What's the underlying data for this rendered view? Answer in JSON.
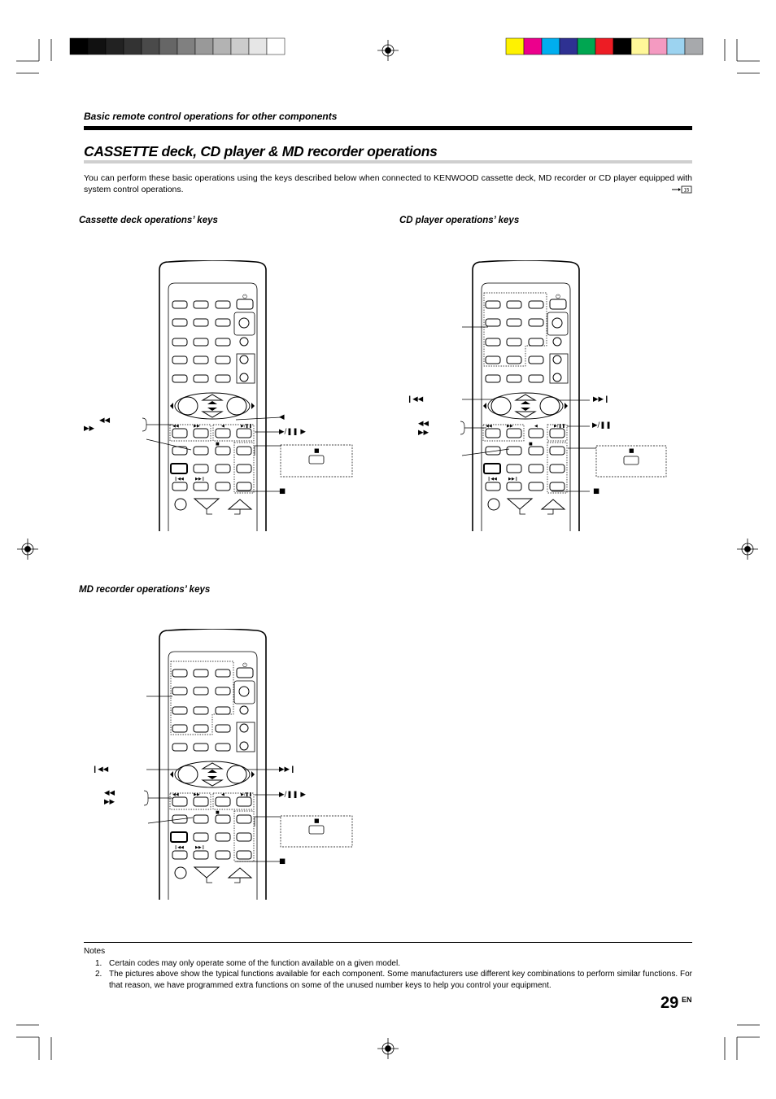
{
  "header": {
    "section": "Basic remote control operations for other components",
    "title": "CASSETTE deck, CD player & MD recorder operations"
  },
  "intro": {
    "text": "You can perform these basic operations using the keys described below when connected to KENWOOD cassette deck, MD recorder or CD player equipped with system control operations.",
    "page_ref": "15"
  },
  "sections": {
    "cassette": "Cassette deck operations’ keys",
    "cd": "CD player operations’ keys",
    "md": "MD recorder operations’ keys"
  },
  "symbols": {
    "rewind": "◀◀",
    "fast_forward": "▶▶",
    "reverse": "◀",
    "play_pause": "▶/❚❚",
    "play_pause_play": "▶/❚❚  ▶",
    "stop": "■",
    "skip_back": "❙◀◀",
    "skip_forward": "▶▶❙",
    "power": "⏻"
  },
  "notes": {
    "title": "Notes",
    "items": [
      {
        "num": "1.",
        "text": "Certain codes may only operate some of the function available on a given model."
      },
      {
        "num": "2.",
        "text": "The pictures above show the typical functions available for each component. Some manufacturers use different key combinations to perform similar functions. For that reason, we have programmed extra functions on some of the unused number keys to help you control your equipment."
      }
    ]
  },
  "footer": {
    "page_number": "29",
    "language": "EN"
  },
  "colors": {
    "grayscale": [
      "#000000",
      "#111111",
      "#222222",
      "#333333",
      "#4a4a4a",
      "#666666",
      "#808080",
      "#999999",
      "#b3b3b3",
      "#cccccc",
      "#e6e6e6",
      "#ffffff"
    ],
    "process": [
      "#fff200",
      "#ec008c",
      "#00aeef",
      "#2e3192",
      "#00a651",
      "#ed1c24",
      "#000000",
      "#fff799",
      "#f49ac1",
      "#9cd3f0",
      "#a7a9ac"
    ]
  }
}
